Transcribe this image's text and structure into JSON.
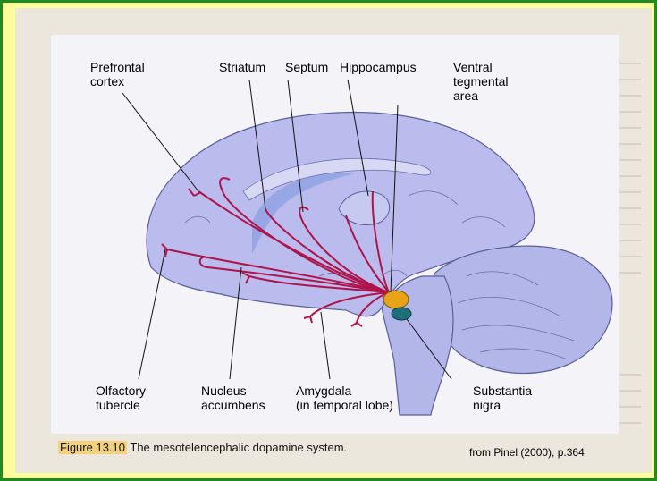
{
  "labels": {
    "prefrontal_cortex": "Prefrontal\ncortex",
    "striatum": "Striatum",
    "septum": "Septum",
    "hippocampus": "Hippocampus",
    "ventral_tegmental_area": "Ventral\ntegmental\narea",
    "olfactory_tubercle": "Olfactory\ntubercle",
    "nucleus_accumbens": "Nucleus\naccumbens",
    "amygdala": "Amygdala\n(in temporal lobe)",
    "substantia_nigra": "Substantia\nnigra"
  },
  "caption": {
    "figure_number": "Figure 13.10",
    "text": " The mesotelencephalic dopamine system."
  },
  "credit": "from Pinel (2000), p.364",
  "colors": {
    "frame": "#1f8a1f",
    "slide_background": "#ffff99",
    "brain": "#b9bcec",
    "pathway": "#b0124a",
    "vta": "#e8a316",
    "substantia_nigra": "#1d6f7a"
  }
}
